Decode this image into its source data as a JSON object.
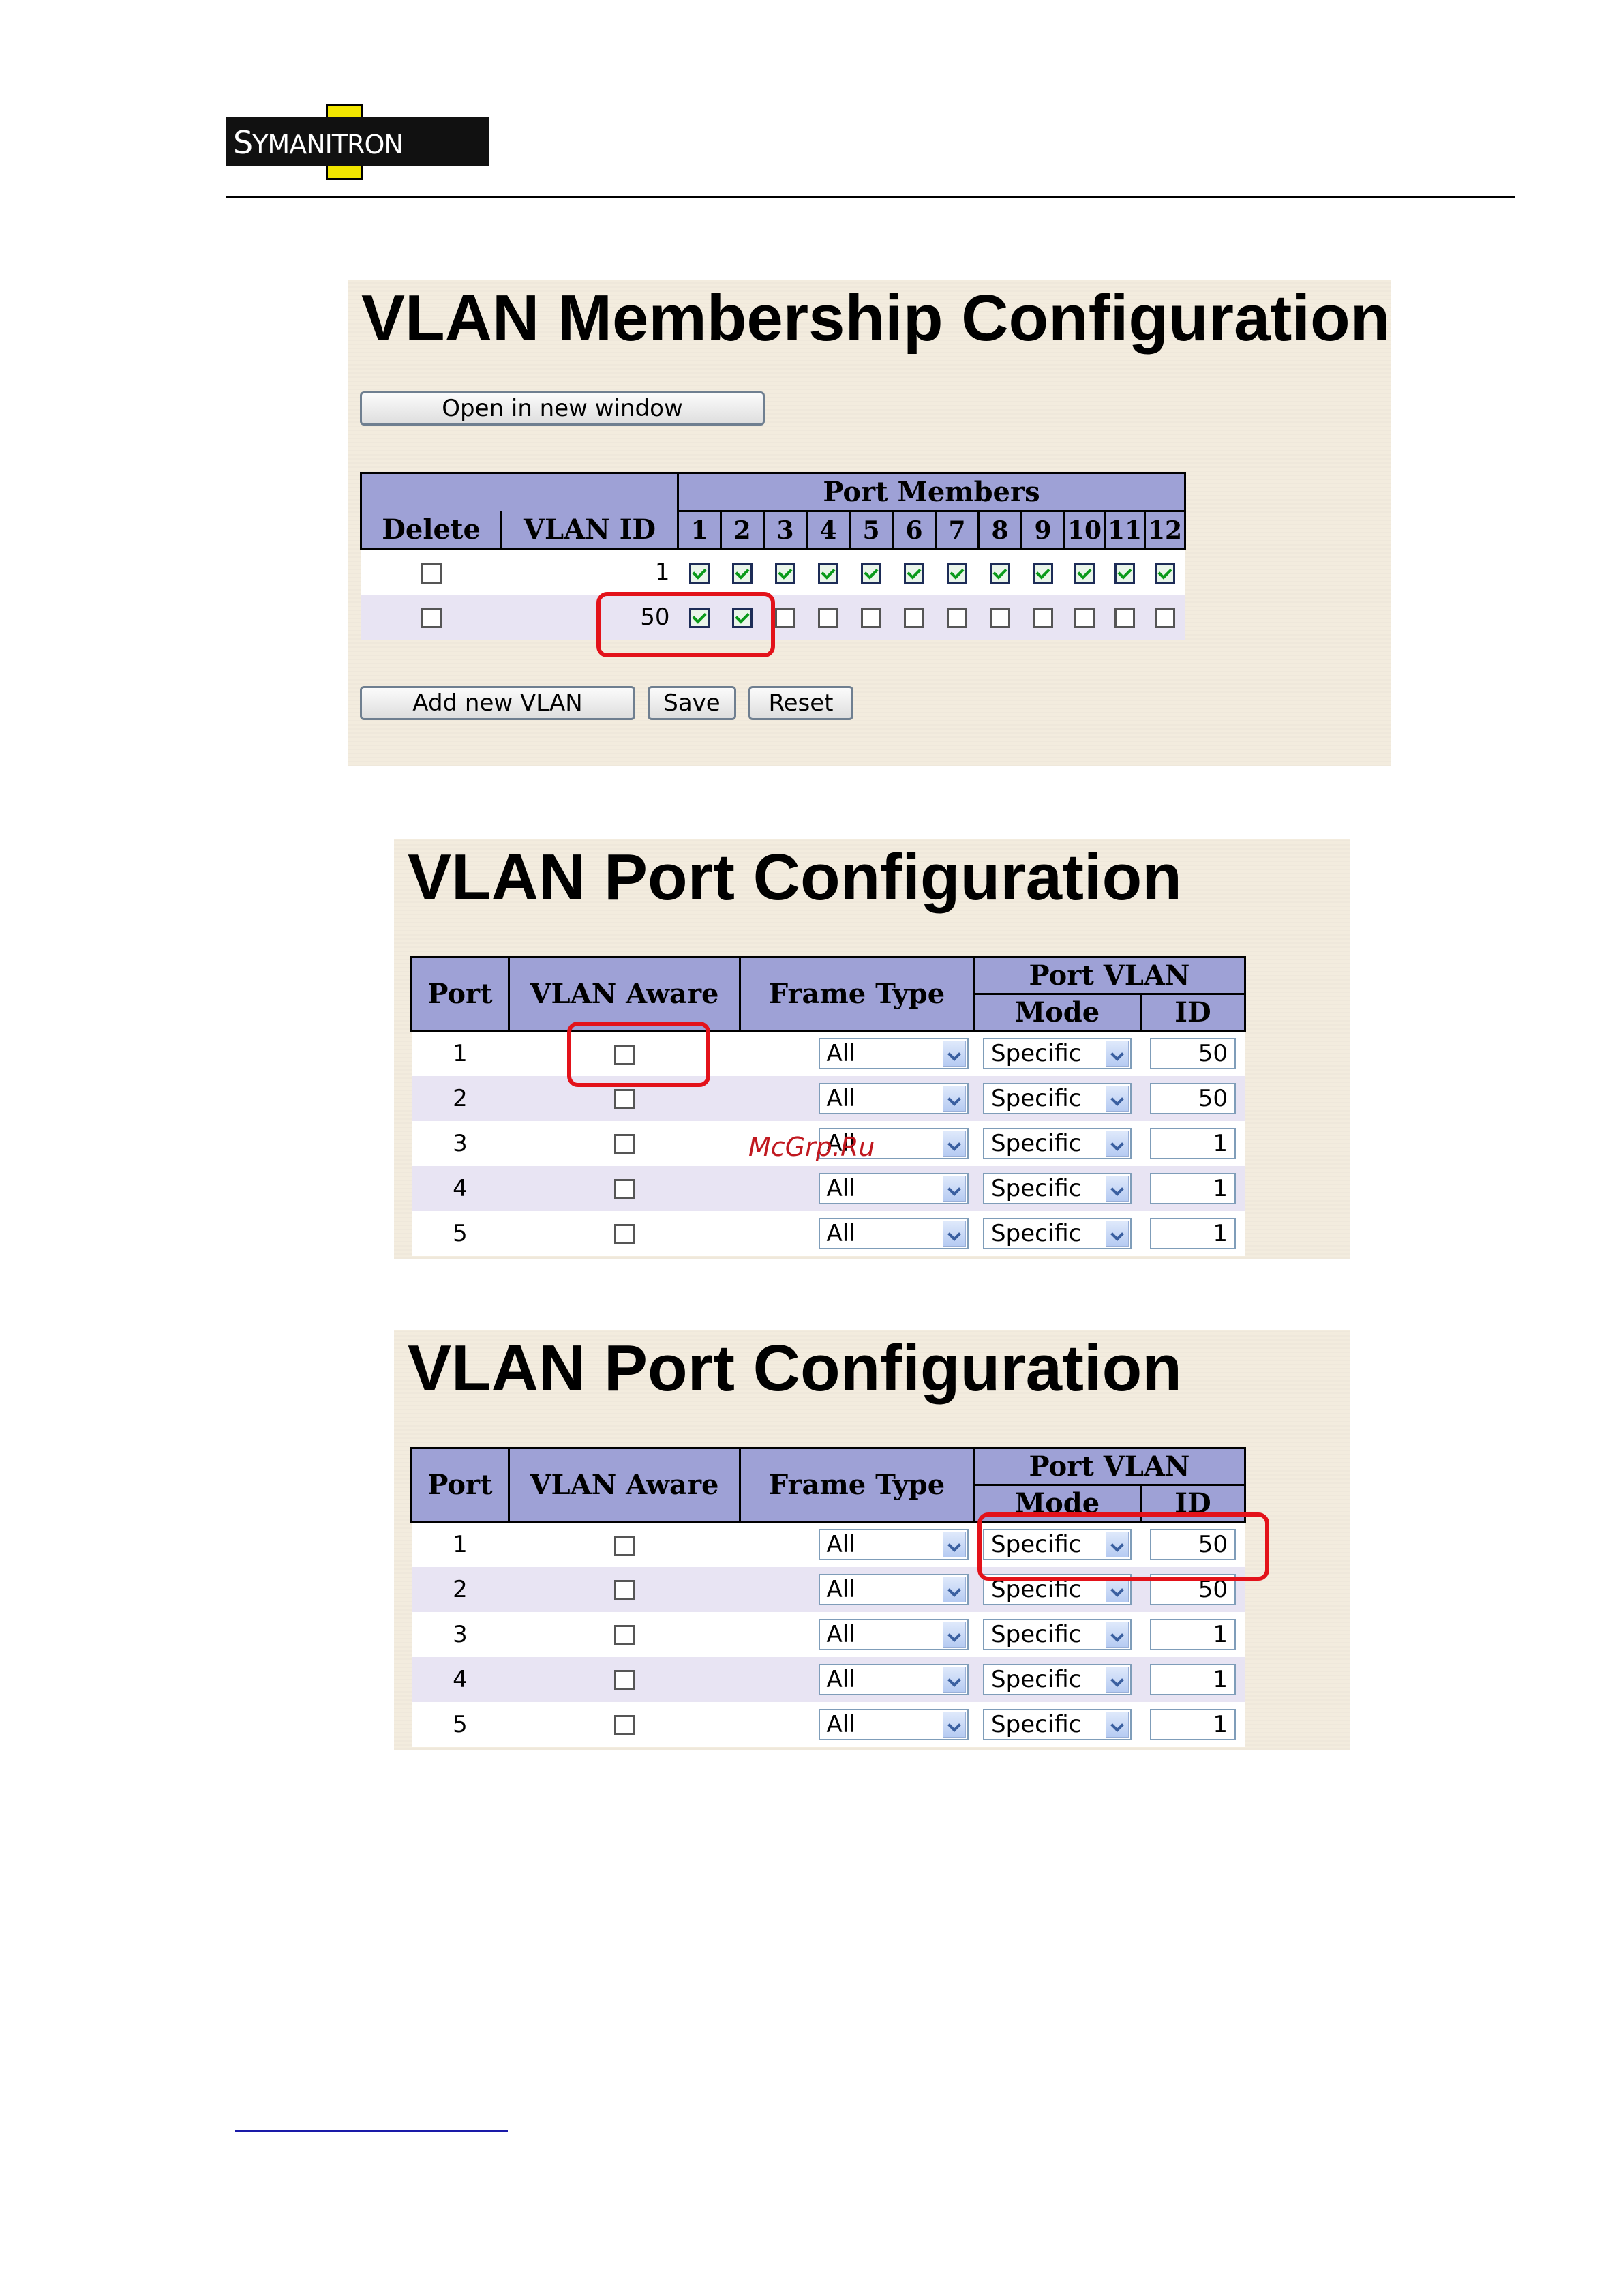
{
  "logo": {
    "brand": "SYMANITRON",
    "text_initial": "S",
    "text_rest": "YMANITRON"
  },
  "membership": {
    "title": "VLAN Membership Configuration",
    "open_window_label": "Open in new window",
    "headers": {
      "delete": "Delete",
      "vlan_id": "VLAN ID",
      "port_members": "Port Members",
      "ports": [
        "1",
        "2",
        "3",
        "4",
        "5",
        "6",
        "7",
        "8",
        "9",
        "10",
        "11",
        "12"
      ]
    },
    "rows": [
      {
        "vlan_id": "1",
        "delete": false,
        "members": [
          true,
          true,
          true,
          true,
          true,
          true,
          true,
          true,
          true,
          true,
          true,
          true
        ]
      },
      {
        "vlan_id": "50",
        "delete": false,
        "members": [
          true,
          true,
          false,
          false,
          false,
          false,
          false,
          false,
          false,
          false,
          false,
          false
        ]
      }
    ],
    "buttons": {
      "add": "Add new VLAN",
      "save": "Save",
      "reset": "Reset"
    }
  },
  "port_config_1": {
    "title": "VLAN Port Configuration",
    "headers": {
      "port": "Port",
      "vlan_aware": "VLAN Aware",
      "frame_type": "Frame Type",
      "port_vlan": "Port VLAN",
      "mode": "Mode",
      "id": "ID"
    },
    "rows": [
      {
        "port": "1",
        "aware": false,
        "frame_type": "All",
        "mode": "Specific",
        "id": "50"
      },
      {
        "port": "2",
        "aware": false,
        "frame_type": "All",
        "mode": "Specific",
        "id": "50"
      },
      {
        "port": "3",
        "aware": false,
        "frame_type": "All",
        "mode": "Specific",
        "id": "1"
      },
      {
        "port": "4",
        "aware": false,
        "frame_type": "All",
        "mode": "Specific",
        "id": "1"
      },
      {
        "port": "5",
        "aware": false,
        "frame_type": "All",
        "mode": "Specific",
        "id": "1"
      }
    ]
  },
  "port_config_2": {
    "title": "VLAN Port Configuration",
    "headers": {
      "port": "Port",
      "vlan_aware": "VLAN Aware",
      "frame_type": "Frame Type",
      "port_vlan": "Port VLAN",
      "mode": "Mode",
      "id": "ID"
    },
    "rows": [
      {
        "port": "1",
        "aware": false,
        "frame_type": "All",
        "mode": "Specific",
        "id": "50"
      },
      {
        "port": "2",
        "aware": false,
        "frame_type": "All",
        "mode": "Specific",
        "id": "50"
      },
      {
        "port": "3",
        "aware": false,
        "frame_type": "All",
        "mode": "Specific",
        "id": "1"
      },
      {
        "port": "4",
        "aware": false,
        "frame_type": "All",
        "mode": "Specific",
        "id": "1"
      },
      {
        "port": "5",
        "aware": false,
        "frame_type": "All",
        "mode": "Specific",
        "id": "1"
      }
    ]
  },
  "watermark": "McGrp.Ru",
  "colors": {
    "panel_bg": "#f3ecde",
    "header_bg": "#9ea1d6",
    "highlight": "#e3121a",
    "row_tint": "#e8e4f3"
  }
}
